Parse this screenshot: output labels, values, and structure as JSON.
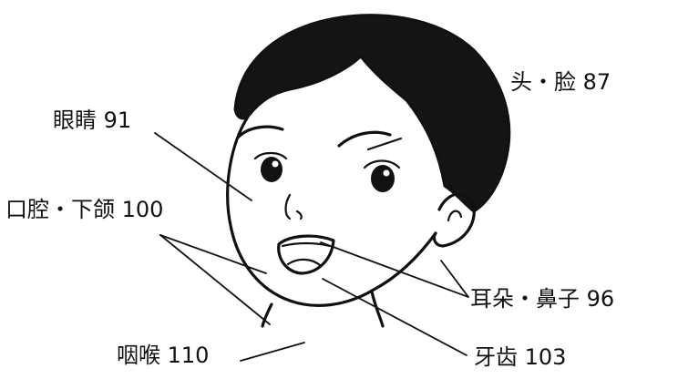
{
  "diagram": {
    "labels": {
      "head_face": "头・脸 87",
      "eyes": "眼睛 91",
      "mouth_jaw": "口腔・下颌 100",
      "ear_nose": "耳朵・鼻子 96",
      "throat": "咽喉 110",
      "teeth": "牙齿 103"
    },
    "colors": {
      "ink": "#111111",
      "hair": "#141414",
      "background": "#ffffff"
    }
  }
}
